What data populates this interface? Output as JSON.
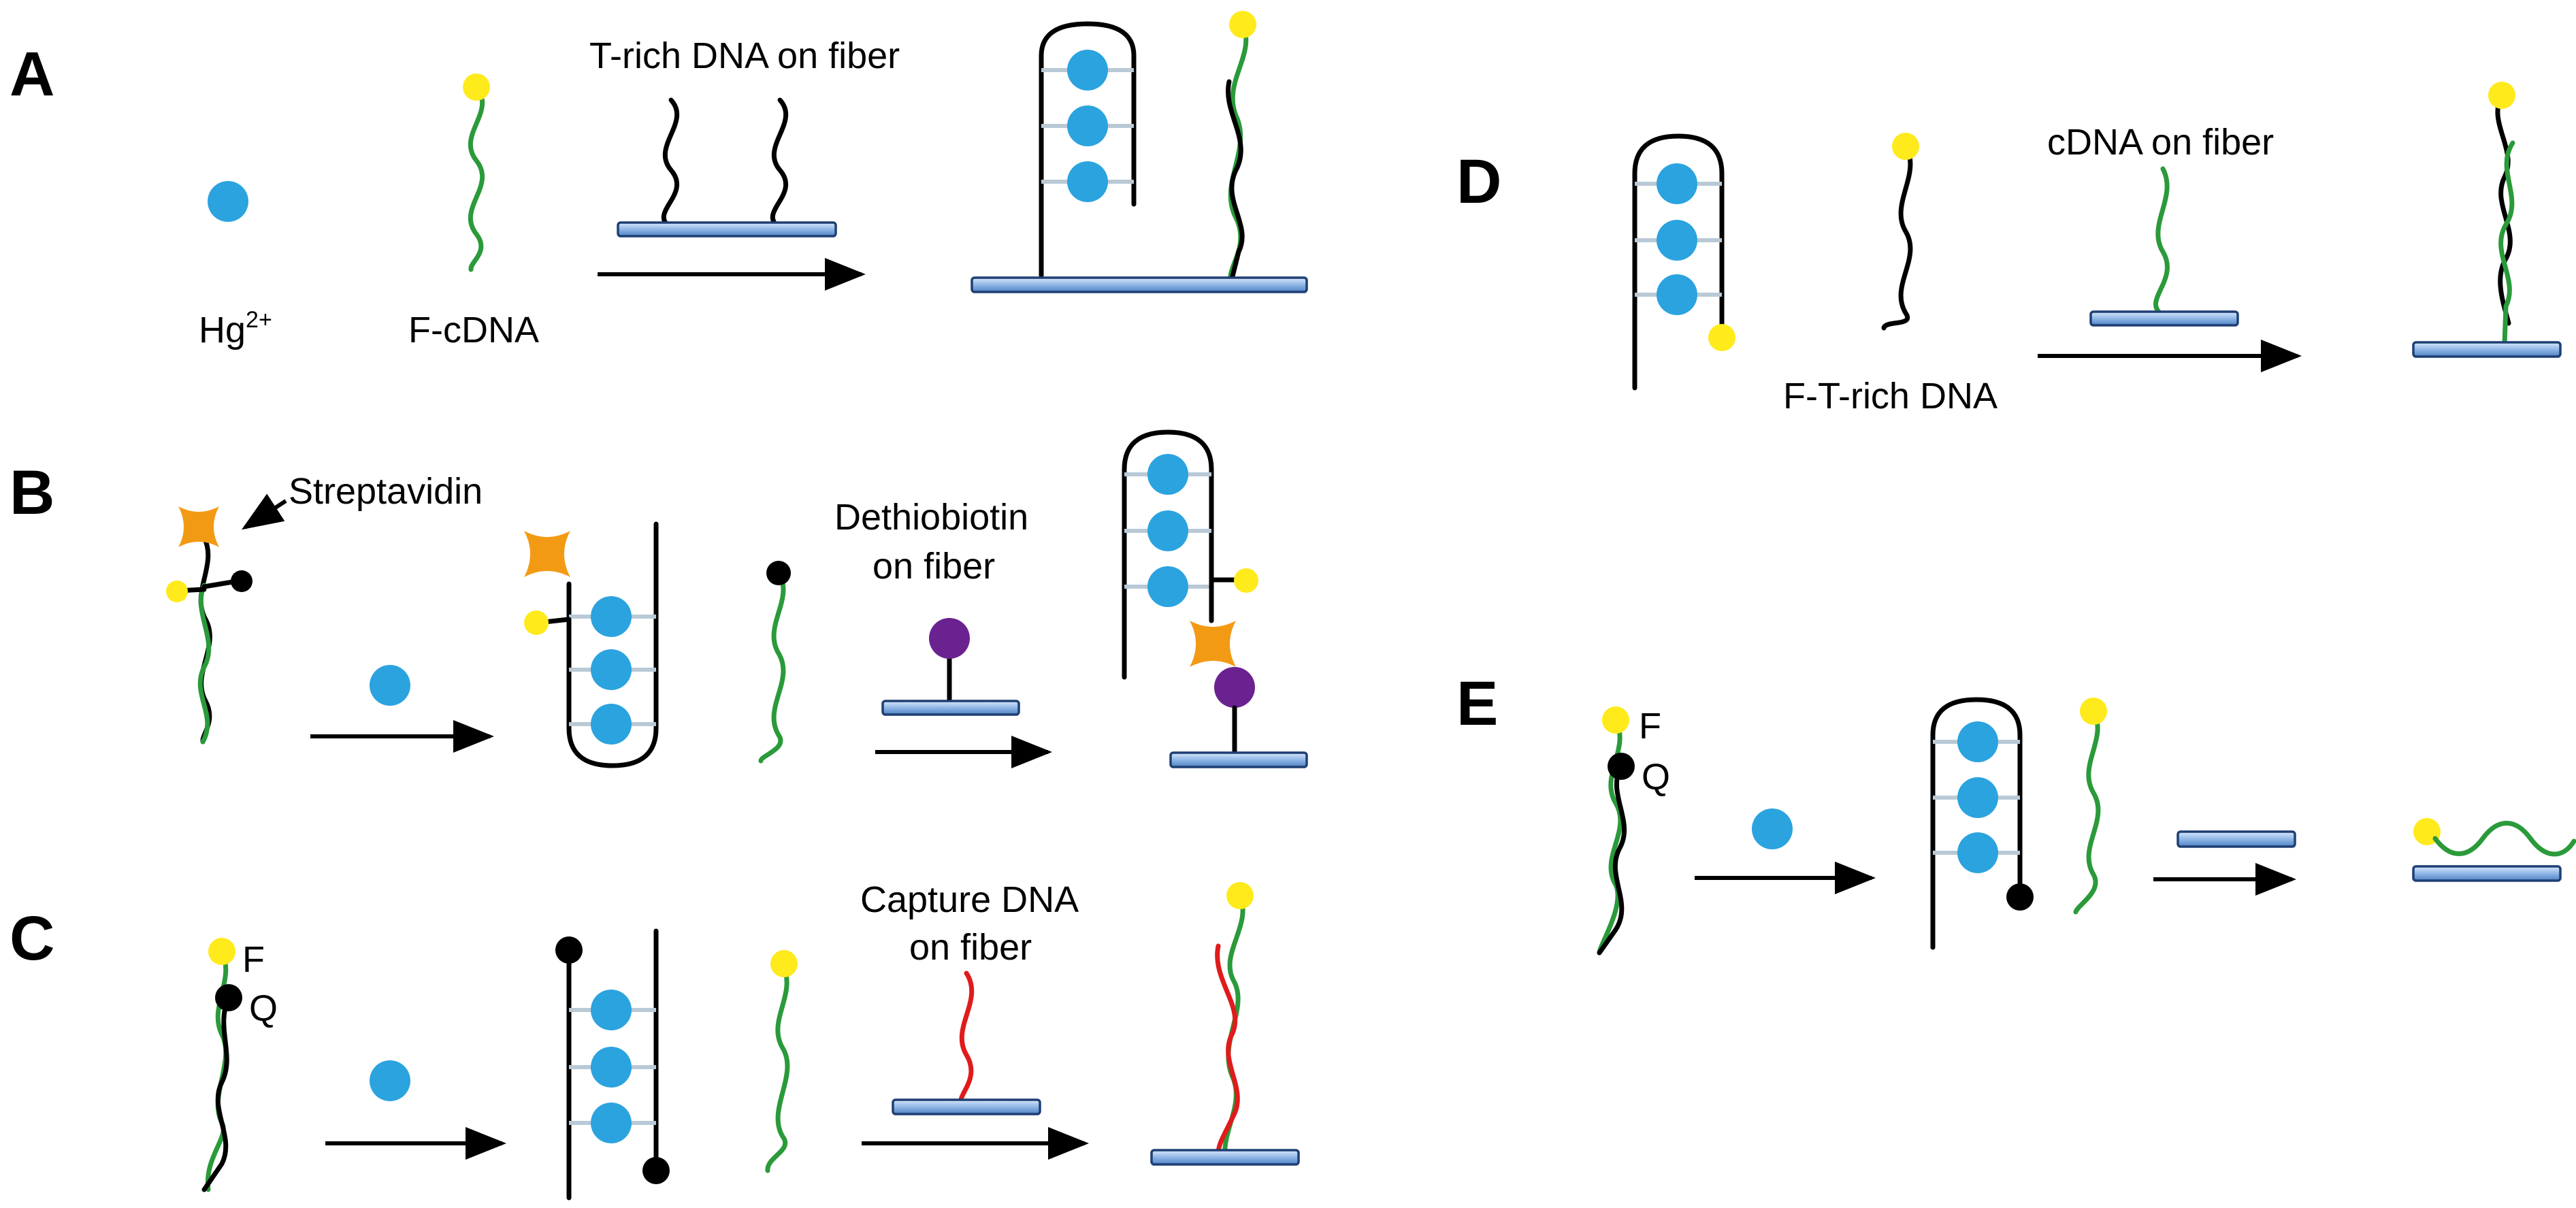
{
  "panels": {
    "A": {
      "letter": "A",
      "hg_label": "Hg",
      "hg_sup": "2+",
      "fcdna_label": "F-cDNA",
      "fiber_label": "T-rich DNA on fiber"
    },
    "B": {
      "letter": "B",
      "streptavidin_label": "Streptavidin",
      "dethiobiotin_label_line1": "Dethiobiotin",
      "dethiobiotin_label_line2": "on fiber"
    },
    "C": {
      "letter": "C",
      "f_label": "F",
      "q_label": "Q",
      "capture_label_line1": "Capture DNA",
      "capture_label_line2": "on fiber"
    },
    "D": {
      "letter": "D",
      "cdna_label": "cDNA on fiber",
      "ftrich_label": "F-T-rich DNA"
    },
    "E": {
      "letter": "E",
      "f_label": "F",
      "q_label": "Q"
    }
  },
  "colors": {
    "hg_ion": "#2ba3df",
    "fluorophore": "#ffea1c",
    "quencher": "#000000",
    "streptavidin": "#f39a14",
    "dethiobiotin": "#6a2291",
    "cdna_strand": "#2a9a3a",
    "trich_strand": "#000000",
    "capture_strand": "#e01b1b",
    "fiber": "#8fb6e6"
  }
}
